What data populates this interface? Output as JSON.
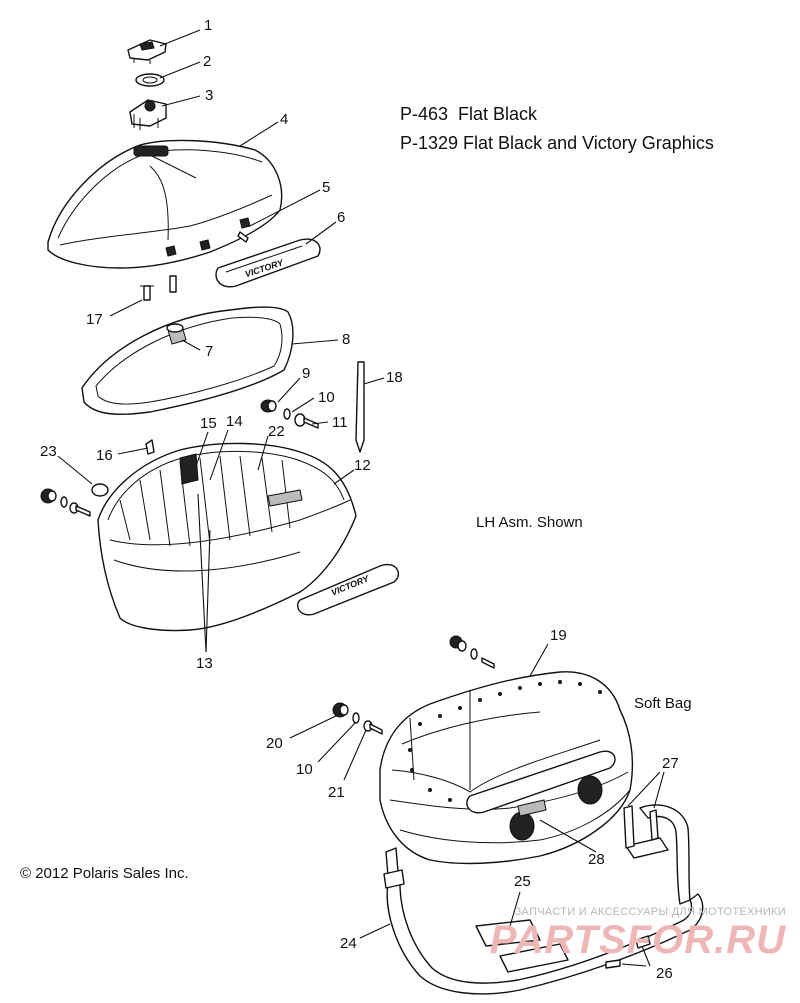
{
  "notes": {
    "part_number_1": "P-463  Flat Black",
    "part_number_2": "P-1329 Flat Black and Victory Graphics",
    "assembly_note": "LH Asm. Shown",
    "soft_bag_label": "Soft Bag",
    "copyright": "© 2012 Polaris Sales Inc."
  },
  "badge_text": "VICTORY",
  "callouts": [
    "1",
    "2",
    "3",
    "4",
    "5",
    "6",
    "7",
    "8",
    "9",
    "10",
    "11",
    "12",
    "13",
    "14",
    "15",
    "16",
    "17",
    "18",
    "19",
    "20",
    "10",
    "21",
    "22",
    "23",
    "24",
    "25",
    "26",
    "27",
    "28"
  ],
  "watermark": {
    "tagline": "ЗАПЧАСТИ И АКСЕССУАРЫ ДЛЯ МОТОТЕХНИКИ",
    "brand": "PARTSFOR.RU"
  },
  "colors": {
    "line": "#111111",
    "watermark_logo": "#efb6b6",
    "watermark_text": "#b7b7b7"
  }
}
